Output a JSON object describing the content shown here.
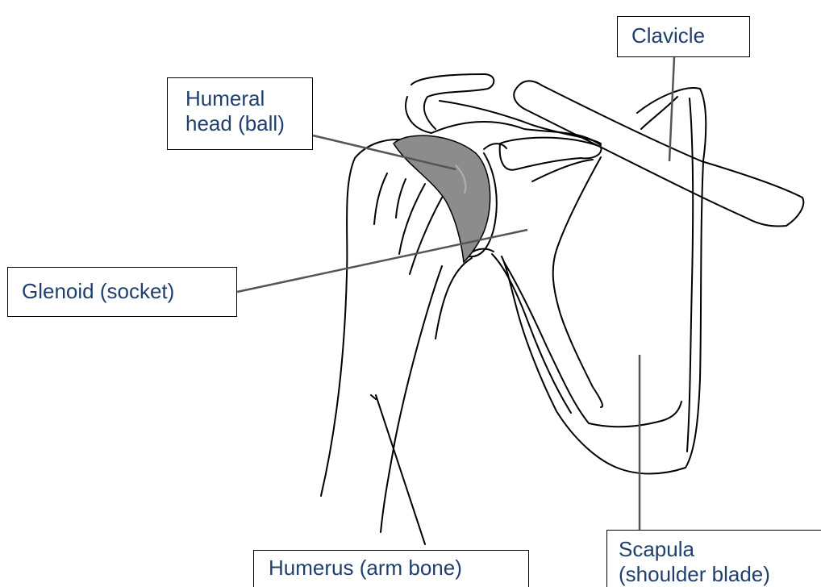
{
  "labels": {
    "clavicle": "Clavicle",
    "humeral_head_line1": "Humeral",
    "humeral_head_line2": "head (ball)",
    "glenoid": "Glenoid (socket)",
    "humerus": "Humerus (arm bone)",
    "scapula_line1": "Scapula",
    "scapula_line2": "(shoulder blade)"
  },
  "colors": {
    "label_text": "#1f3f6e",
    "outline": "#000000",
    "humeral_head_fill": "#8c8c8c",
    "leader_line": "#555555"
  }
}
